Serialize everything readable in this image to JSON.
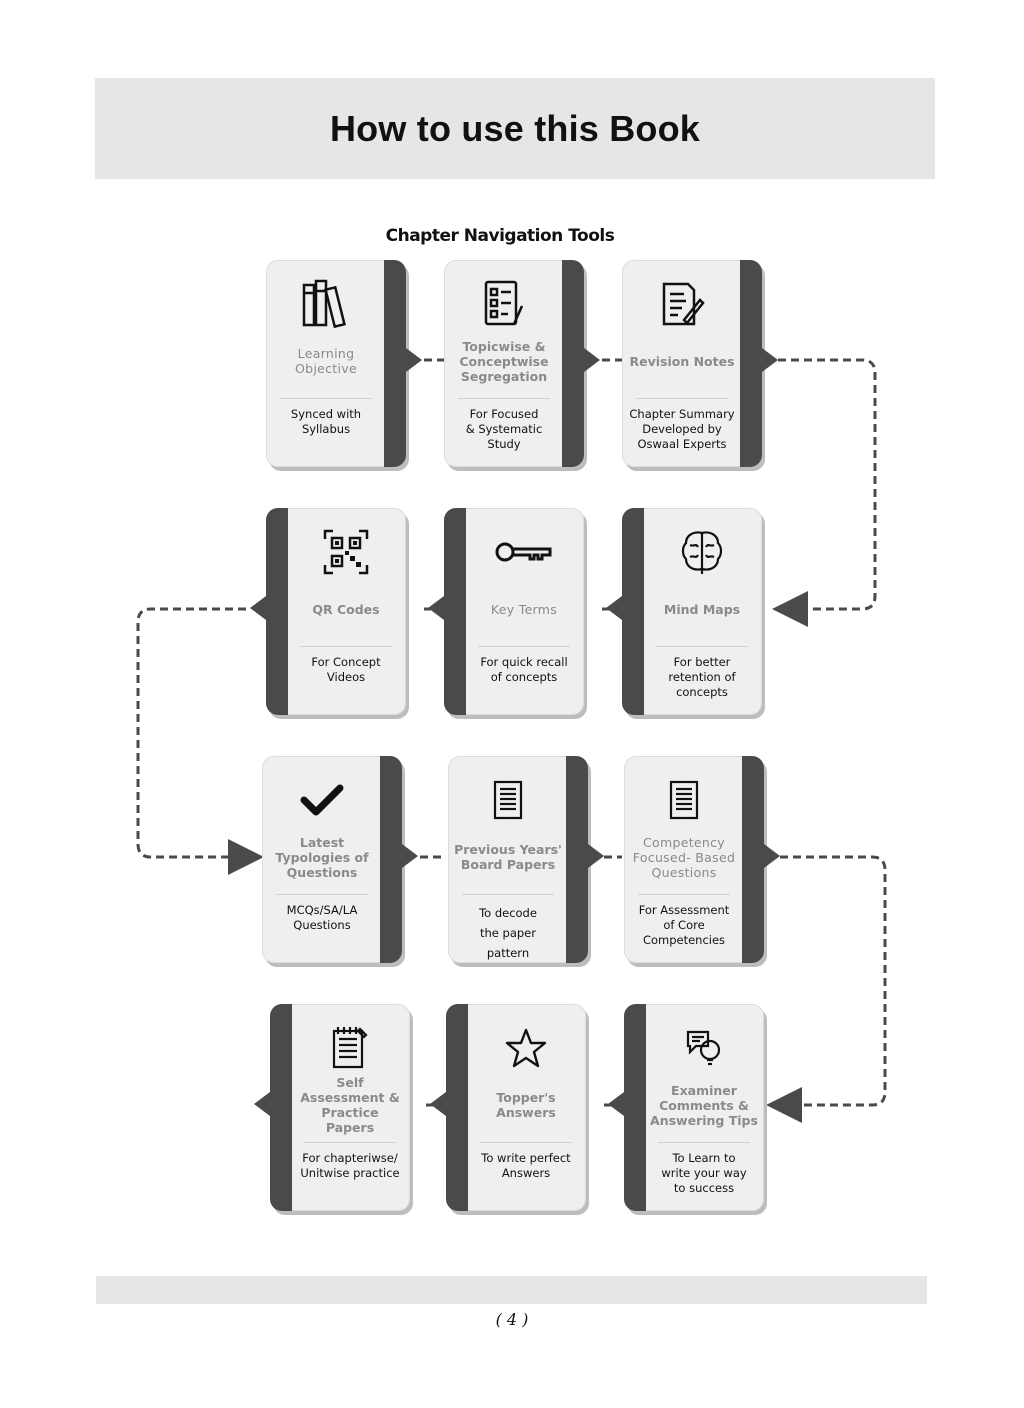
{
  "header": {
    "title": "How to use this Book"
  },
  "section": {
    "title": "Chapter Navigation Tools"
  },
  "cards": [
    {
      "title": "Learning Objective",
      "desc": "Synced with\nSyllabus",
      "icon": "books-icon"
    },
    {
      "title": "Topicwise & Conceptwise Segregation",
      "desc": "For Focused\n& Systematic\nStudy",
      "icon": "checklist-icon"
    },
    {
      "title": "Revision Notes",
      "desc": "Chapter Summary\nDeveloped by\nOswaal Experts",
      "icon": "notepad-pencil-icon"
    },
    {
      "title": "QR Codes",
      "desc": "For Concept\nVideos",
      "icon": "qr-code-icon"
    },
    {
      "title": "Key Terms",
      "desc": "For quick recall\nof concepts",
      "icon": "key-icon"
    },
    {
      "title": "Mind Maps",
      "desc": "For better\nretention of\nconcepts",
      "icon": "brain-icon"
    },
    {
      "title": "Latest Typologies of Questions",
      "desc": "MCQs/SA/LA\nQuestions",
      "icon": "checkmark-icon"
    },
    {
      "title": "Previous Years' Board Papers",
      "desc": "To decode\nthe paper\npattern",
      "icon": "document-icon"
    },
    {
      "title": "Competency Focused- Based Questions",
      "desc": "For Assessment\nof Core\nCompetencies",
      "icon": "document-icon"
    },
    {
      "title": "Self Assessment & Practice Papers",
      "desc": "For chapteriwse/\nUnitwise practice",
      "icon": "notebook-icon"
    },
    {
      "title": "Topper's Answers",
      "desc": "To write perfect\nAnswers",
      "icon": "star-icon"
    },
    {
      "title": "Examiner Comments & Answering Tips",
      "desc": "To Learn to\nwrite your way\nto success",
      "icon": "speech-bulb-icon"
    }
  ],
  "footer": {
    "page_number": "( 4 )"
  },
  "colors": {
    "bar": "#4a4a4a",
    "card": "#efefef",
    "band": "#e6e6e6",
    "title_gray": "#8a8a8a"
  }
}
